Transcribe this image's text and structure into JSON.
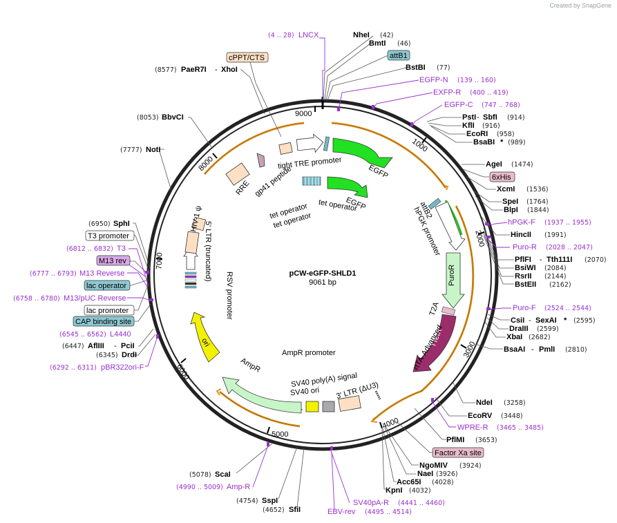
{
  "credit": "Created by SnapGene",
  "plasmid": {
    "name": "pCW-eGFP-SHLD1",
    "size": "9061 bp"
  },
  "ticks": [
    "1000",
    "2000",
    "3000",
    "4000",
    "5000",
    "6000",
    "7000",
    "8000",
    "9000"
  ],
  "features": {
    "tight_tre_promoter": "tight TRE promoter",
    "egfp_outer": "EGFP",
    "gp41": "gp41 peptide",
    "rre": "RRE",
    "tet_operator_1": "tet operator",
    "tet_operator_2": "tet operator",
    "tet_operator_3": "tet operator",
    "egfp_inner": "EGFP",
    "attb2": "attB2",
    "hpgk": "hPGK promoter",
    "puror": "PuroR",
    "t2a": "T2A",
    "rtetr": "rTetR",
    "rtta": "rtTA-Advanced",
    "hiv_psi": "HIV-1 ψ",
    "ltr5": "5' LTR (truncated)",
    "rsv": "RSV promoter",
    "ori": "ori",
    "ampr": "AmpR",
    "ampr_promoter": "AmpR promoter",
    "sv40_polya": "SV40 poly(A) signal",
    "sv40_ori": "SV40 ori",
    "ltr3": "3' LTR (ΔU3)"
  },
  "sites": {
    "lncx": {
      "pos": "(4 .. 28)",
      "name": "LNCX"
    },
    "nhei": {
      "name": "NheI",
      "pos": "(42)"
    },
    "bmti": {
      "name": "BmtI",
      "pos": "(46)"
    },
    "attb1": {
      "name": "attB1"
    },
    "bstbi": {
      "name": "BstBI",
      "pos": "(77)"
    },
    "egfp_n": {
      "name": "EGFP-N",
      "pos": "(139 .. 160)"
    },
    "exfp_r": {
      "name": "EXFP-R",
      "pos": "(400 .. 419)"
    },
    "egfp_c": {
      "name": "EGFP-C",
      "pos": "(747 .. 768)"
    },
    "psti": {
      "name": "PstI",
      "name2": "SbfI",
      "pos": "(914)"
    },
    "kfli": {
      "name": "KflI",
      "pos": "(916)"
    },
    "ecori": {
      "name": "EcoRI",
      "pos": "(958)"
    },
    "bsabi": {
      "name": "BsaBI",
      "star": "*",
      "pos": "(989)"
    },
    "agei": {
      "name": "AgeI",
      "pos": "(1474)"
    },
    "his6": {
      "name": "6xHis"
    },
    "xcmi": {
      "name": "XcmI",
      "pos": "(1536)"
    },
    "spei": {
      "name": "SpeI",
      "pos": "(1764)"
    },
    "blpi": {
      "name": "BlpI",
      "pos": "(1844)"
    },
    "hpgk_f": {
      "name": "hPGK-F",
      "pos": "(1937 .. 1955)"
    },
    "hincii": {
      "name": "HincII",
      "pos": "(1991)"
    },
    "puro_r": {
      "name": "Puro-R",
      "pos": "(2028 .. 2047)"
    },
    "pflfi": {
      "name": "PflFI",
      "name2": "Tth111I",
      "pos": "(2070)"
    },
    "bsiwi": {
      "name": "BsiWI",
      "pos": "(2084)"
    },
    "rsrii": {
      "name": "RsrII",
      "pos": "(2144)"
    },
    "bsteii": {
      "name": "BstEII",
      "pos": "(2162)"
    },
    "puro_f": {
      "name": "Puro-F",
      "pos": "(2524 .. 2544)"
    },
    "csii": {
      "name": "CsiI",
      "name2": "SexAI",
      "star": "*",
      "pos": "(2595)"
    },
    "draiii": {
      "name": "DraIII",
      "pos": "(2599)"
    },
    "xbai": {
      "name": "XbaI",
      "pos": "(2682)"
    },
    "bsaai": {
      "name": "BsaAI",
      "name2": "PmlI",
      "pos": "(2810)"
    },
    "ndei": {
      "name": "NdeI",
      "pos": "(3258)"
    },
    "ecorv": {
      "name": "EcoRV",
      "pos": "(3448)"
    },
    "wpre_r": {
      "name": "WPRE-R",
      "pos": "(3465 .. 3485)"
    },
    "pflmi": {
      "name": "PflMI",
      "pos": "(3653)"
    },
    "factorxa": {
      "name": "Factor Xa site"
    },
    "ngomiv": {
      "name": "NgoMIV",
      "pos": "(3924)"
    },
    "naei": {
      "name": "NaeI",
      "pos": "(3926)"
    },
    "acc65i": {
      "name": "Acc65I",
      "pos": "(4028)"
    },
    "kpni": {
      "name": "KpnI",
      "pos": "(4032)"
    },
    "sv40pa_r": {
      "name": "SV40pA-R",
      "pos": "(4441 .. 4460)"
    },
    "ebv_rev": {
      "name": "EBV-rev",
      "pos": "(4495 .. 4514)"
    },
    "sfii": {
      "name": "SfiI",
      "pos": "(4652)"
    },
    "sspi": {
      "name": "SspI",
      "pos": "(4754)"
    },
    "amp_r": {
      "name": "Amp-R",
      "pos": "(4990 .. 5009)"
    },
    "scai": {
      "name": "ScaI",
      "pos": "(5078)"
    },
    "pbr322": {
      "name": "pBR322ori-F",
      "pos": "(6292 .. 6311)"
    },
    "drdi": {
      "name": "DrdI",
      "pos": "(6345)"
    },
    "afliii": {
      "name": "AflIII",
      "name2": "PciI",
      "pos": "(6447)"
    },
    "l4440": {
      "name": "L4440",
      "pos": "(6545 .. 6562)"
    },
    "cap": {
      "name": "CAP binding site"
    },
    "lac_promoter": {
      "name": "lac promoter"
    },
    "m13puc": {
      "name": "M13/pUC Reverse",
      "pos": "(6758 .. 6780)"
    },
    "lac_operator": {
      "name": "lac operator"
    },
    "m13rev_p": {
      "name": "M13 Reverse",
      "pos": "(6777 .. 6793)"
    },
    "m13rev": {
      "name": "M13 rev"
    },
    "t3": {
      "name": "T3",
      "pos": "(6812 .. 6832)"
    },
    "t3promoter": {
      "name": "T3 promoter"
    },
    "sphi": {
      "name": "SphI",
      "pos": "(6950)"
    },
    "noti": {
      "name": "NotI",
      "pos": "(7777)"
    },
    "bbvci": {
      "name": "BbvCI",
      "pos": "(8053)"
    },
    "paer7i": {
      "name": "PaeR7I",
      "name2": "XhoI",
      "pos": "(8577)"
    },
    "cppt": {
      "name": "cPPT/CTS"
    }
  },
  "colors": {
    "egfp": "#22e022",
    "puror": "#c8f5c8",
    "rtetr": "#9b2d6a",
    "ori": "#f2f200",
    "ampr": "#c8f5c8",
    "peach": "#fde0c4",
    "teal": "#72b9c5",
    "primer": "#9a2fd0",
    "orange": "#e09520",
    "tag_teal": "#8ec8d2",
    "tag_pink": "#e8bccb",
    "tag_peach": "#fde0c4"
  }
}
